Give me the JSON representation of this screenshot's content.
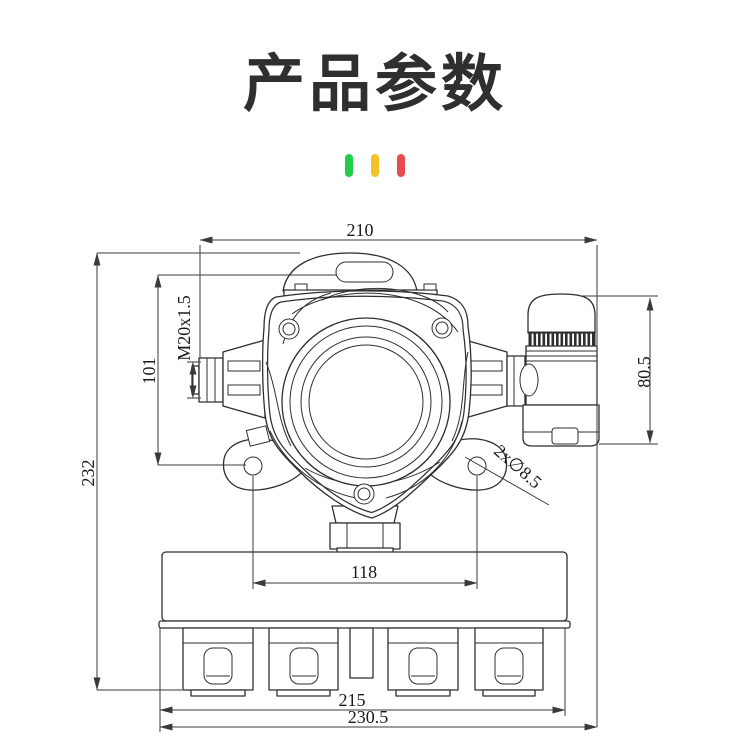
{
  "header": {
    "title": "产品参数",
    "title_color": "#2f2f2f",
    "accent_bars": [
      {
        "name": "green-bar",
        "color": "#21ce4c"
      },
      {
        "name": "yellow-bar",
        "color": "#f4c127"
      },
      {
        "name": "red-bar",
        "color": "#e94b50"
      }
    ]
  },
  "drawing": {
    "line_color": "#2f2f2f",
    "dimensions": {
      "top_width": "210",
      "overall_height": "232",
      "mount_offset": "101",
      "thread_spec": "M20x1.5",
      "alarm_height": "80.5",
      "hole_note": "2x∅8.5",
      "hole_spacing": "118",
      "base_width": "215",
      "overall_width": "230.5"
    }
  }
}
